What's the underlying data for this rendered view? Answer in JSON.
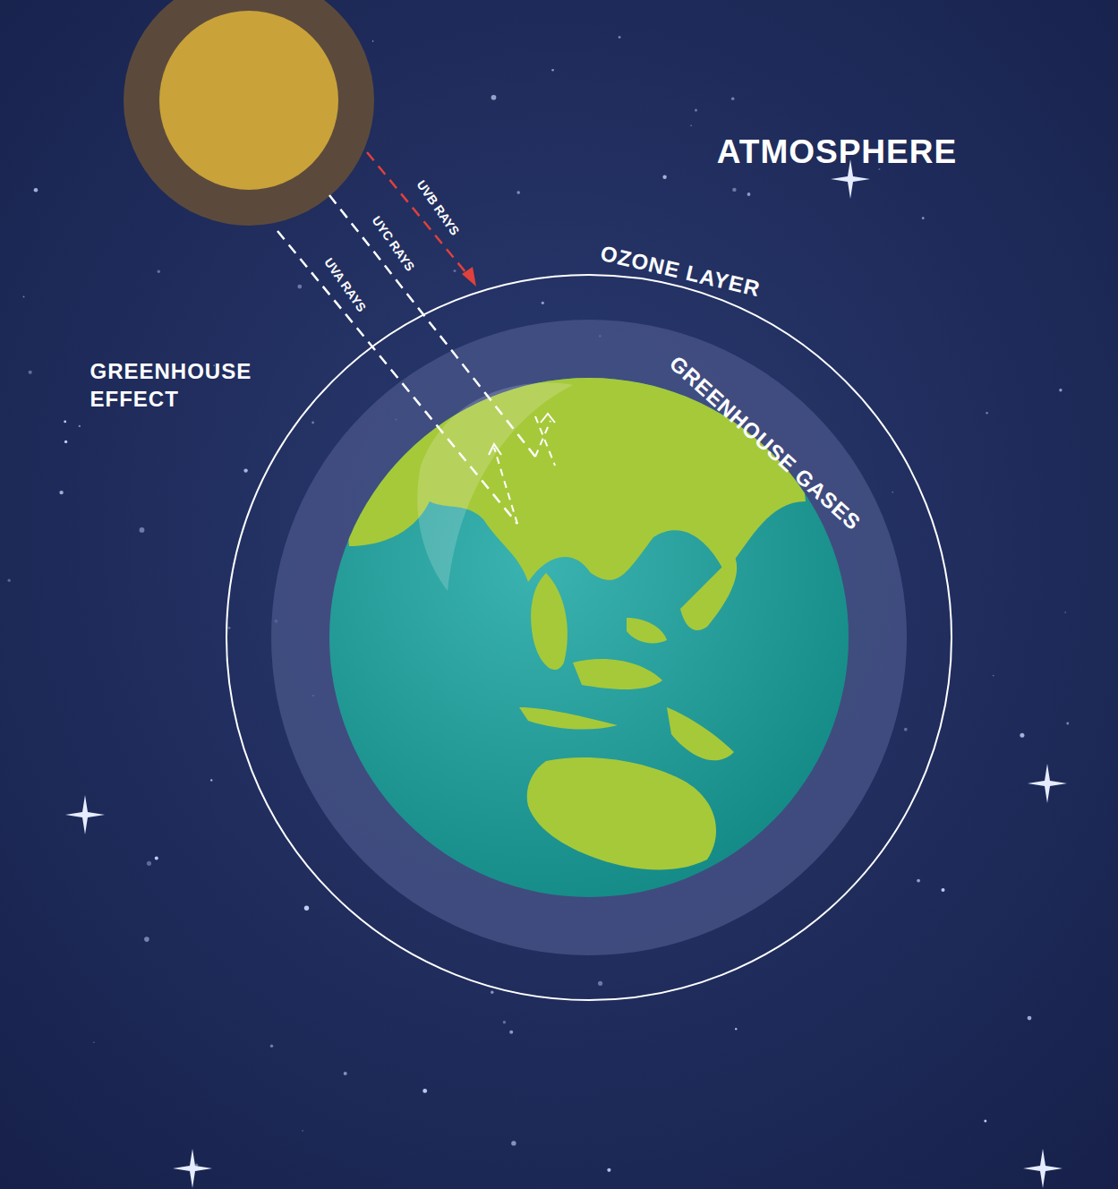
{
  "diagram": {
    "labels": [
      "ATMOSPHERE",
      "UVB RAYS",
      "UYC RAYS",
      "UVA RAYS",
      "OZONE LAYER",
      "GREENHOUSE EFFECT",
      "GREENHOUSE GASES"
    ]
  }
}
